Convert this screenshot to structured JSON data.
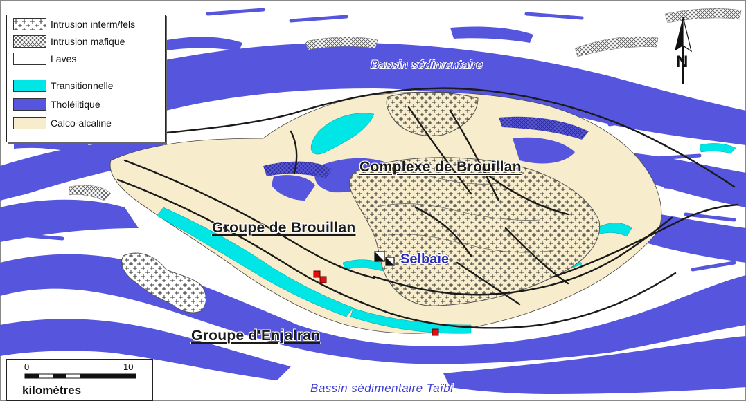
{
  "map_title": "",
  "colors": {
    "tholeiitique": "#5555dd",
    "transitionnelle": "#00e5e5",
    "calco_alcaline": "#f7eccb",
    "laves": "#ffffff",
    "fault": "#1a1a1a",
    "mine": "#e01010"
  },
  "legend": {
    "items": [
      {
        "label": "Intrusion interm/fels",
        "pattern": "plus-pattern"
      },
      {
        "label": "Intrusion mafique",
        "pattern": "crosshatch-pattern"
      },
      {
        "label": "Laves",
        "pattern": "white"
      },
      {
        "label": "Transitionnelle",
        "pattern": "cyan"
      },
      {
        "label": "Tholéiitique",
        "pattern": "blue"
      },
      {
        "label": "Calco-alcaline",
        "pattern": "beige"
      }
    ]
  },
  "labels": {
    "basin_north": "Bassin sédimentaire",
    "basin_south": "Bassin sédimentaire Taïbi",
    "complexe": "Complexe de Brouillan",
    "groupe_brouillan": "Groupe de Brouillan",
    "groupe_enjalran": "Groupe d'Enjalran",
    "selbaie": "Selbaie"
  },
  "scale_bar": {
    "start_label": "0",
    "end_label": "10",
    "unit": "kilomètres"
  },
  "north_arrow": {
    "label": "N"
  }
}
